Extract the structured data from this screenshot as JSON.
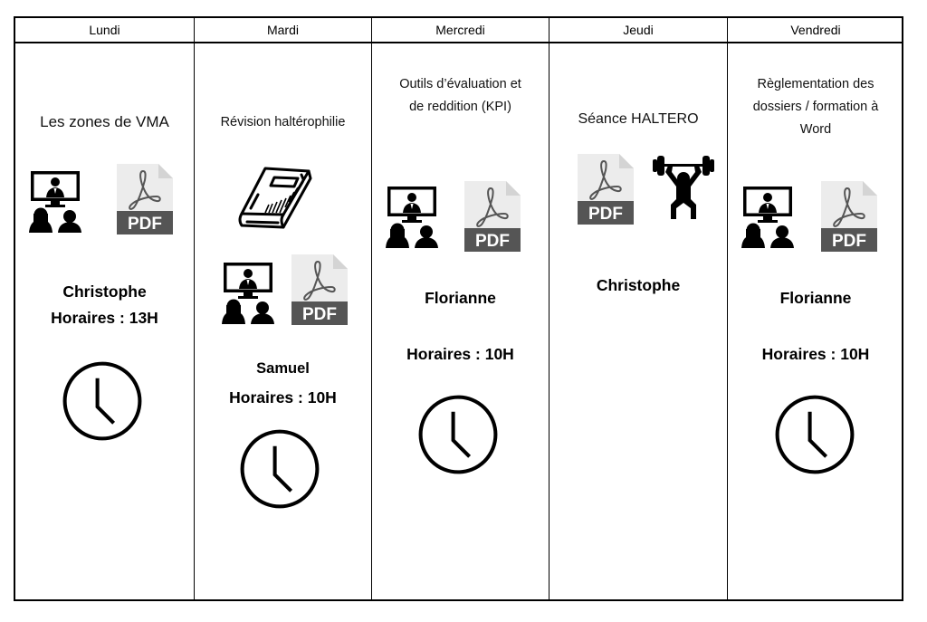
{
  "schedule": {
    "days": [
      {
        "day": "Lundi",
        "title": "Les zones de VMA",
        "trainer": "Christophe",
        "hours": "Horaires : 13H",
        "icons": [
          "video-conference-icon",
          "pdf-file-icon",
          "clock-icon"
        ]
      },
      {
        "day": "Mardi",
        "title": "Révision haltérophilie",
        "trainer": "Samuel",
        "hours": "Horaires : 10H",
        "icons": [
          "book-icon",
          "video-conference-icon",
          "pdf-file-icon",
          "clock-icon"
        ]
      },
      {
        "day": "Mercredi",
        "title_lines": [
          "Outils d’évaluation et",
          "de reddition (KPI)"
        ],
        "trainer": "Florianne",
        "hours": "Horaires : 10H",
        "icons": [
          "video-conference-icon",
          "pdf-file-icon",
          "clock-icon"
        ]
      },
      {
        "day": "Jeudi",
        "title": "Séance HALTERO",
        "trainer": "Christophe",
        "icons": [
          "pdf-file-icon",
          "weightlifter-icon"
        ]
      },
      {
        "day": "Vendredi",
        "title_lines": [
          "Règlementation des",
          "dossiers / formation à",
          "Word"
        ],
        "trainer": "Florianne",
        "hours": "Horaires : 10H",
        "icons": [
          "video-conference-icon",
          "pdf-file-icon",
          "clock-icon"
        ]
      }
    ],
    "pdf_label": "PDF"
  }
}
